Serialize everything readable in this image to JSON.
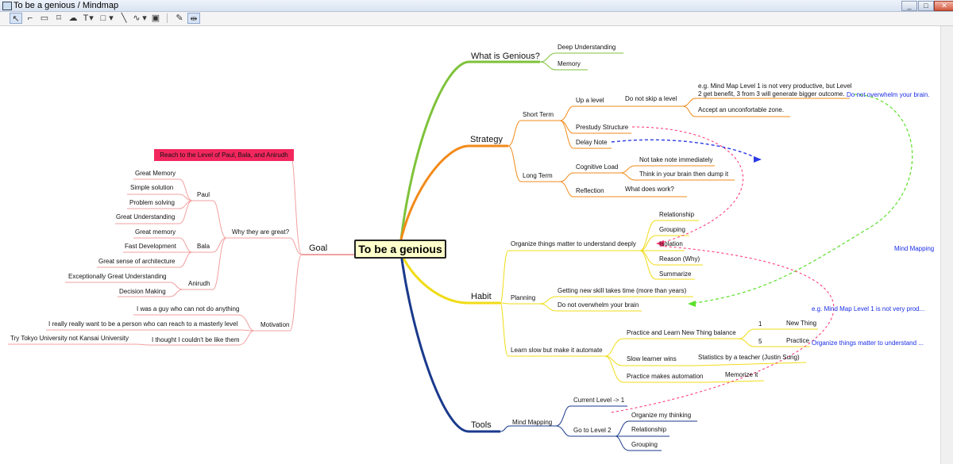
{
  "window": {
    "title": "To be a genious / Mindmap",
    "controls": {
      "minimize": "_",
      "maximize": "□",
      "close": "✕"
    }
  },
  "toolbar": {
    "tools": [
      {
        "icon": "select-arrow-icon",
        "glyph": "↖"
      },
      {
        "icon": "connector-icon",
        "glyph": "⌐"
      },
      {
        "icon": "rounded-rect-icon",
        "glyph": "▭"
      },
      {
        "icon": "shape-icon",
        "glyph": "⌑"
      },
      {
        "icon": "cloud-icon",
        "glyph": "☁"
      },
      {
        "icon": "text-icon",
        "glyph": "T"
      },
      {
        "icon": "dropdown-icon",
        "glyph": "▾"
      },
      {
        "icon": "rectangle-icon",
        "glyph": "□"
      },
      {
        "icon": "dropdown-icon",
        "glyph": "▾"
      },
      {
        "icon": "line-icon",
        "glyph": "╲"
      },
      {
        "icon": "curve-icon",
        "glyph": "∿"
      },
      {
        "icon": "dropdown-icon",
        "glyph": "▾"
      },
      {
        "icon": "image-icon",
        "glyph": "▣"
      },
      {
        "icon": "pin-icon",
        "glyph": "✎"
      },
      {
        "icon": "align-icon",
        "glyph": "⇹"
      }
    ]
  },
  "mindmap": {
    "root": "To be a genious",
    "branches": {
      "what_is_genious": {
        "label": "What is Genious?",
        "children": [
          "Deep Understanding",
          "Memory"
        ]
      },
      "strategy": {
        "label": "Strategy",
        "short_term": {
          "label": "Short Term",
          "up_a_level": "Up a level",
          "do_not_skip": "Do not skip a level",
          "example_line1": "e.g. Mind Map Level 1 is not very productive, but Level",
          "example_line2": "2 get benefit, 3 from 3 will generate bigger outcome.",
          "accept": "Accept an unconfortable zone.",
          "prestudy": "Prestudy Structure",
          "delay_note": "Delay Note"
        },
        "long_term": {
          "label": "Long Term",
          "cognitive_load": "Cognitive Load",
          "not_take_note": "Not take note immediately",
          "think_dump": "Think in your brain then dump it",
          "reflection": "Reflection",
          "what_works": "What does work?"
        }
      },
      "habit": {
        "label": "Habit",
        "organize": {
          "label": "Organize things matter to understand deeply",
          "children": [
            "Relationship",
            "Grouping",
            "Isolation",
            "Reason (Why)",
            "Summarize"
          ]
        },
        "planning": {
          "label": "Planning",
          "children": [
            "Getting new skill takes time (more than years)",
            "Do not overwhelm your brain"
          ]
        },
        "learn_slow": {
          "label": "Learn slow but make it automate",
          "practice_balance": "Practice and Learn New Thing balance",
          "ratio_new": "1",
          "new_thing": "New Thing",
          "ratio_practice": "5",
          "practice": "Practice",
          "slow_learner": "Slow learner wins",
          "statistics": "Statistics by a teacher (Justin Sung)",
          "practice_auto": "Practice makes automation",
          "memorize": "Memorize it"
        }
      },
      "tools": {
        "label": "Tools",
        "mind_mapping": "Mind Mapping",
        "current_level": "Current Level -> 1",
        "go_level2": "Go to Level 2",
        "level2_children": [
          "Organize my thinking",
          "Relationship",
          "Grouping"
        ]
      },
      "goal": {
        "label": "Goal",
        "target": "Reach to the Level of Paul, Bala, and Anirudh",
        "why_great": "Why they are great?",
        "paul": {
          "label": "Paul",
          "children": [
            "Great Memory",
            "Simple solution",
            "Problem solving",
            "Great Understanding"
          ]
        },
        "bala": {
          "label": "Bala",
          "children": [
            "Great memory",
            "Fast Development",
            "Great sense of architecture"
          ]
        },
        "anirudh": {
          "label": "Anirudh",
          "children": [
            "Exceptionally Great Understanding",
            "Decision Making"
          ]
        },
        "motivation": {
          "label": "Motivation",
          "children": [
            "I was a guy who can not do anything",
            "I really really want to be a person who can reach to a masterly level",
            "I thought I couldn't be like them"
          ],
          "tokyo": "Try Tokyo University not Kansai University"
        }
      }
    },
    "link_labels": {
      "overwhelm": "Do not overwhelm your brain.",
      "mind_mapping": "Mind Mapping",
      "level_example": "e.g. Mind Map Level 1 is not very prod...",
      "organize": "Organize things matter to understand ..."
    },
    "colors": {
      "genious_branch": "#7ec23a",
      "strategy_branch": "#f28a1a",
      "habit_branch": "#f0dc17",
      "tools_branch": "#1a3a8c",
      "goal_branch": "#f2a0a0",
      "pink_link": "#ff2d6b",
      "green_link": "#5be02a",
      "blue_link": "#2a3ae6",
      "target_highlight": "#f2275e"
    }
  }
}
